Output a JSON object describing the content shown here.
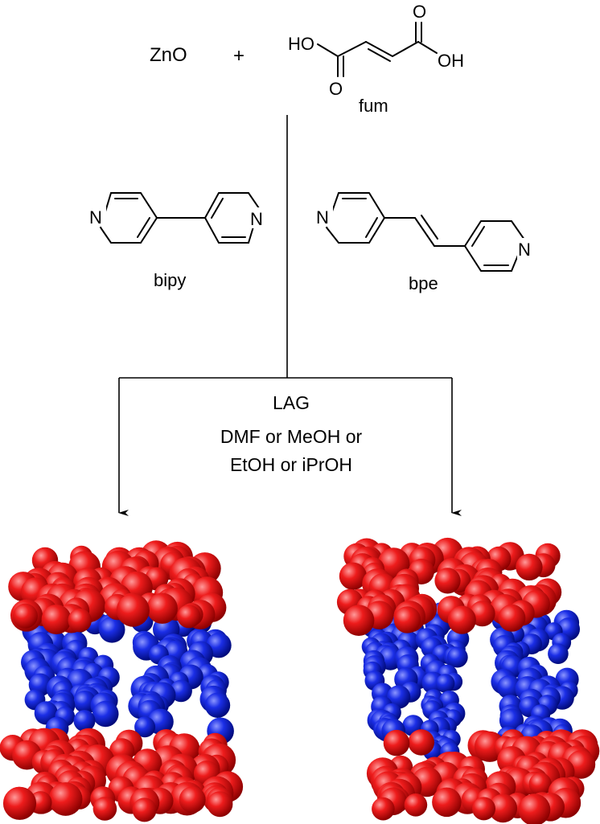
{
  "reactants": {
    "zno": "ZnO",
    "plus": "+",
    "fum_label": "fum",
    "fum_atoms": {
      "ho": "HO",
      "oh": "OH",
      "o_top": "O",
      "o_bottom": "O"
    }
  },
  "linkers": {
    "bipy_label": "bipy",
    "bpe_label": "bpe",
    "nitrogen": "N"
  },
  "conditions": {
    "method": "LAG",
    "line1": "DMF or MeOH or",
    "line2": "EtOH or iPrOH"
  },
  "colors": {
    "zinc_fumarate_layer": "#ee1c1c",
    "pillar_linker": "#1b2ee6",
    "lines": "#000000",
    "background": "#ffffff"
  }
}
